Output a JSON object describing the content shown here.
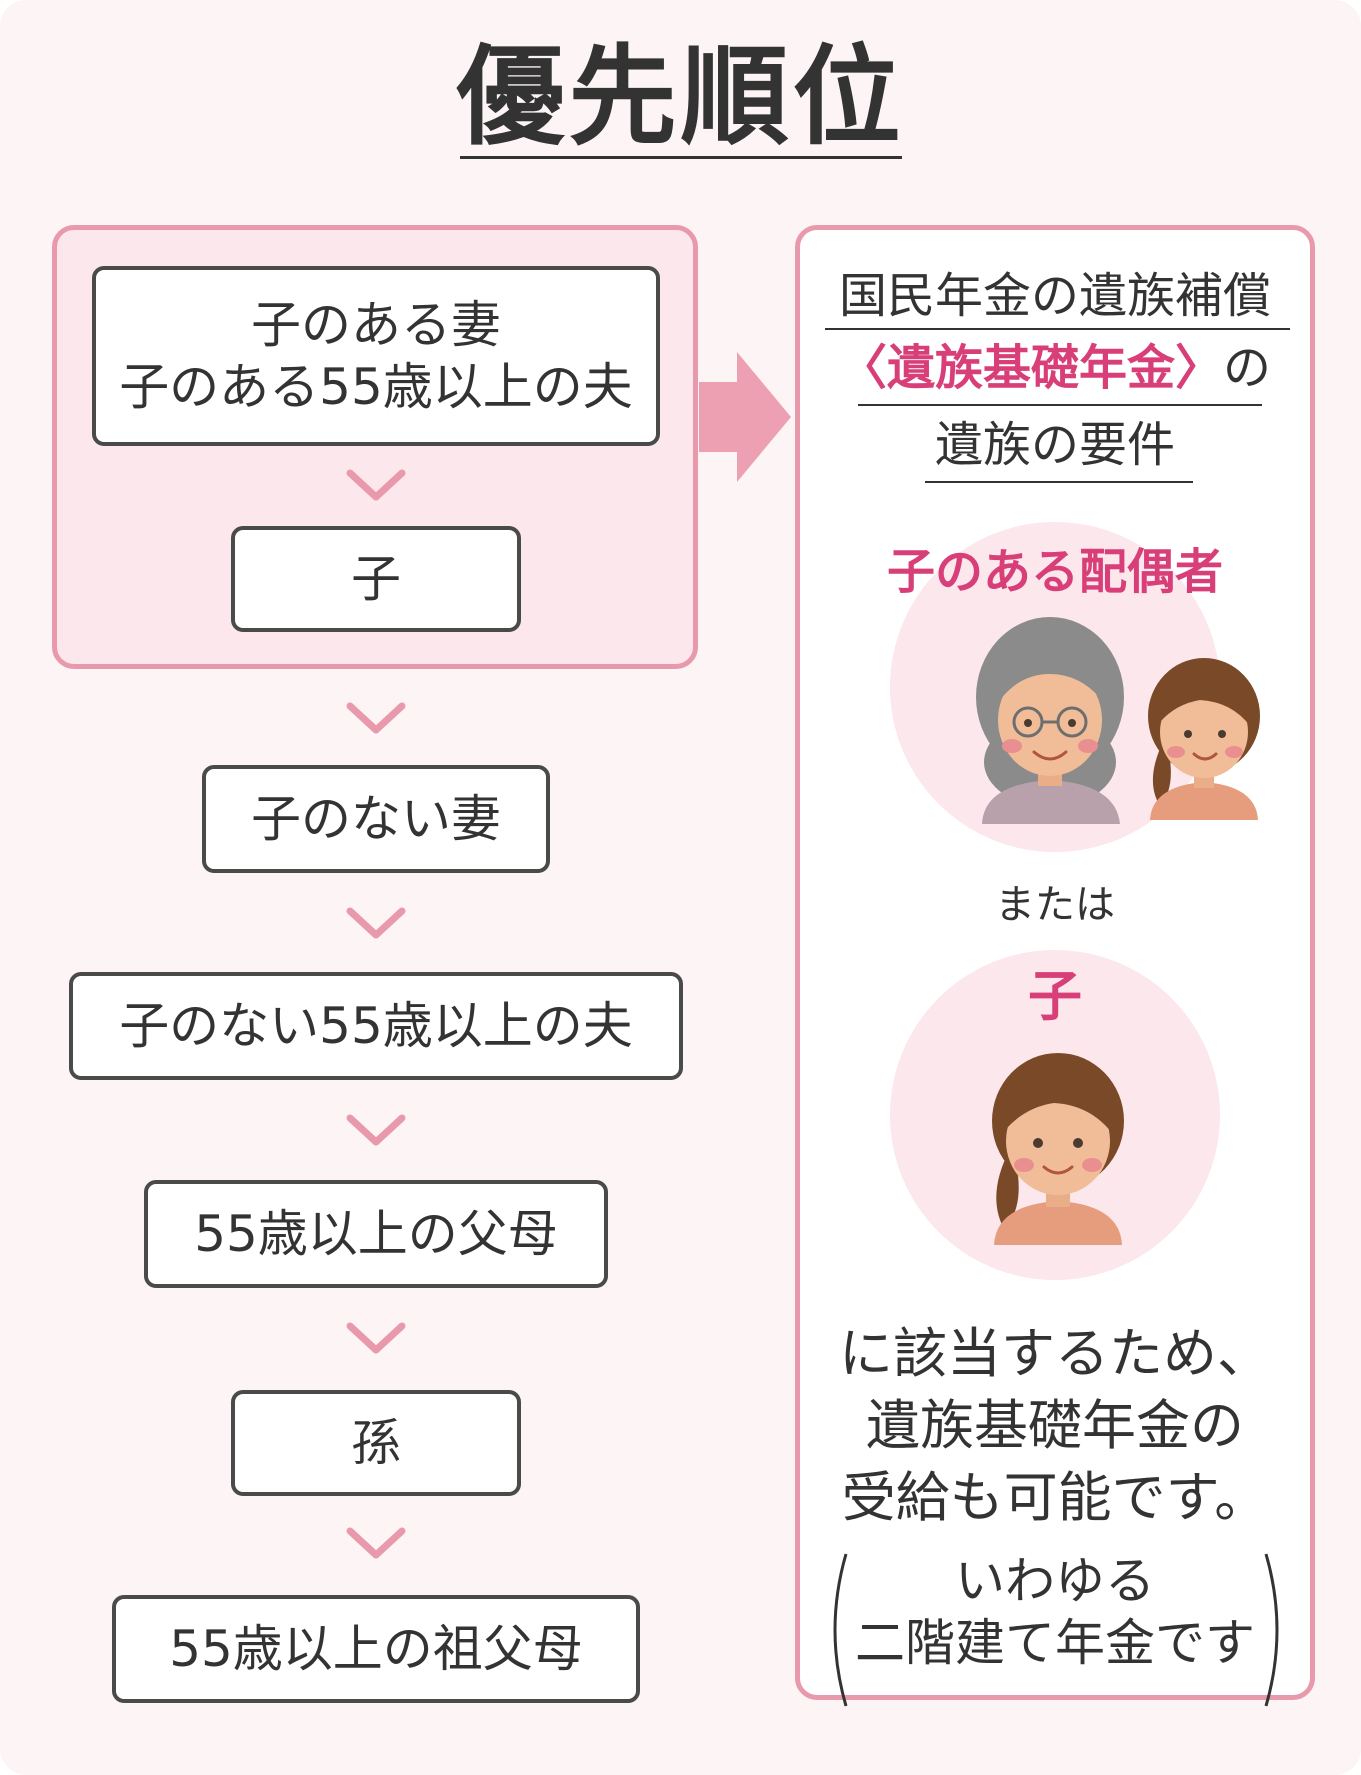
{
  "title": "優先順位",
  "priority": {
    "group_line1": "子のある妻",
    "group_line2": "子のある55歳以上の夫",
    "child": "子",
    "items": [
      "子のない妻",
      "子のない55歳以上の夫",
      "55歳以上の父母",
      "孫",
      "55歳以上の祖父母"
    ]
  },
  "right": {
    "heading_line1": "国民年金の遺族補償",
    "heading_pension": "〈遺族基礎年金〉",
    "heading_no": "の",
    "heading_line3": "遺族の要件",
    "spouse_label": "子のある配偶者",
    "or_text": "または",
    "child_label": "子",
    "note_lines": [
      "に該当するため、",
      "遺族基礎年金の",
      "受給も可能です。"
    ],
    "paren_lines": [
      "いわゆる",
      "二階建て年金です"
    ]
  },
  "colors": {
    "accent_pink": "#d83f78",
    "border_pink": "#e89aac",
    "panel_pink": "#fbe7ec",
    "background": "#fdf4f6"
  }
}
